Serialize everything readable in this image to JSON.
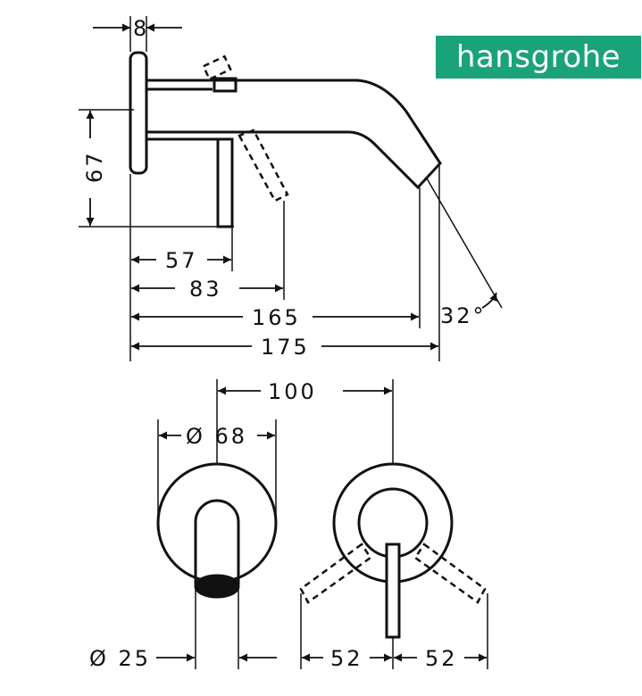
{
  "brand": {
    "name": "hansgrohe",
    "color": "#1aa37a"
  },
  "dimensions": {
    "plate_thickness": "8",
    "height_67": "67",
    "d57": "57",
    "d83": "83",
    "d165": "165",
    "d175": "175",
    "angle": "32°",
    "d100": "100",
    "dia68": "Ø 68",
    "dia25": "Ø 25",
    "left52": "52",
    "right52": "52"
  }
}
